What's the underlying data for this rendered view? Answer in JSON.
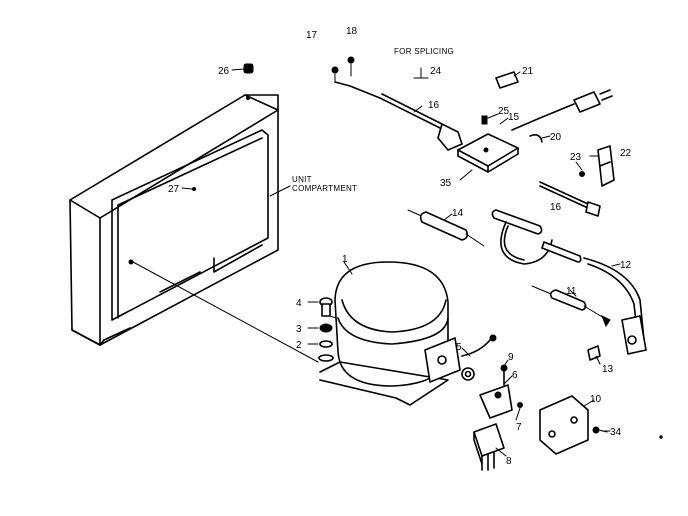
{
  "labels": {
    "n1": "1",
    "n2": "2",
    "n3": "3",
    "n4": "4",
    "n5": "5",
    "n6": "6",
    "n7": "7",
    "n8": "8",
    "n9": "9",
    "n10": "10",
    "n11": "11",
    "n12": "12",
    "n13": "13",
    "n14": "14",
    "n15": "15",
    "n16a": "16",
    "n16b": "16",
    "n17": "17",
    "n18": "18",
    "n20": "20",
    "n21": "21",
    "n22": "22",
    "n23": "23",
    "n24": "24",
    "n25": "25",
    "n26": "26",
    "n27": "27",
    "n34": "34",
    "n35": "35",
    "for_splicing": "FOR SPLICING",
    "unit": "UNIT",
    "compartment": "COMPARTMENT"
  }
}
